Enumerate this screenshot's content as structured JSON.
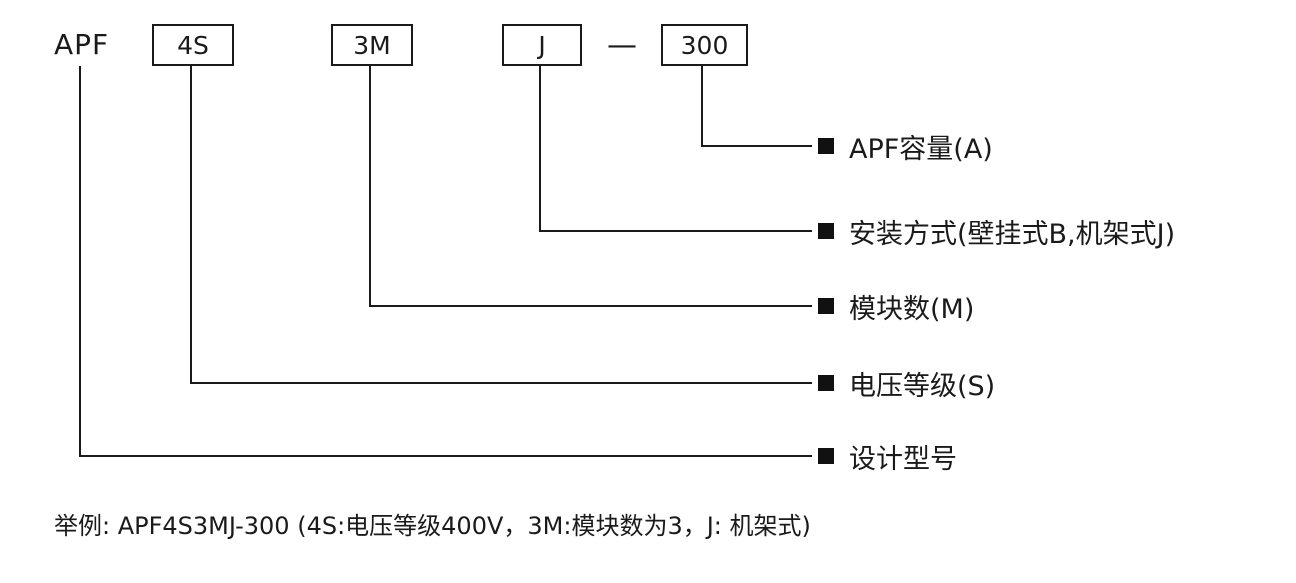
{
  "diagram": {
    "prefix": "APF",
    "separator": "—",
    "boxes": [
      {
        "code": "4S"
      },
      {
        "code": "3M"
      },
      {
        "code": "J"
      },
      {
        "code": "300"
      }
    ],
    "labels": [
      {
        "text": "APF容量(A)"
      },
      {
        "text": "安装方式(壁挂式B,机架式J)"
      },
      {
        "text": "模块数(M)"
      },
      {
        "text": "电压等级(S)"
      },
      {
        "text": "设计型号"
      }
    ],
    "example": "举例: APF4S3MJ-300 (4S:电压等级400V，3M:模块数为3，J: 机架式)",
    "line_color": "#1a1a1a"
  }
}
